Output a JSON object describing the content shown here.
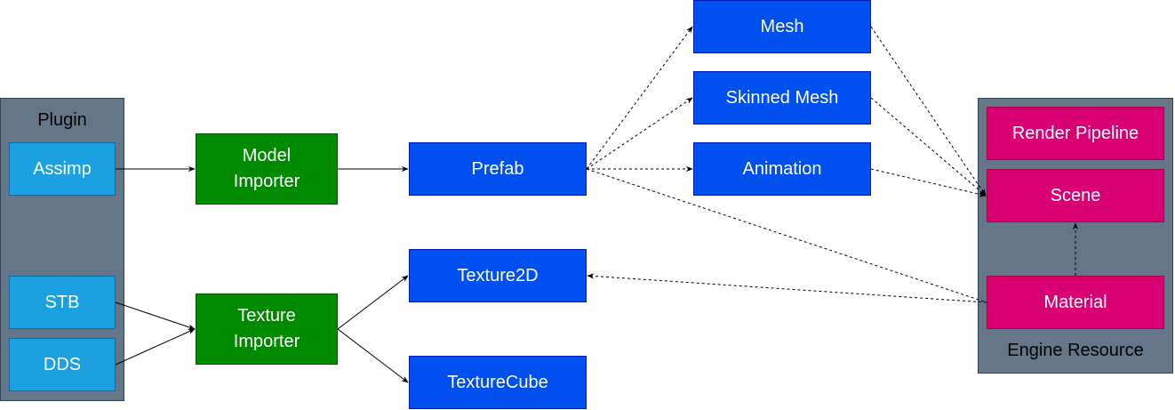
{
  "groups": {
    "plugin": {
      "label": "Plugin"
    },
    "engine": {
      "label": "Engine Resource"
    }
  },
  "nodes": {
    "assimp": "Assimp",
    "stb": "STB",
    "dds": "DDS",
    "model_importer": "Model\nImporter",
    "texture_importer": "Texture\nImporter",
    "prefab": "Prefab",
    "texture2d": "Texture2D",
    "texturecube": "TextureCube",
    "mesh": "Mesh",
    "skinned_mesh": "Skinned Mesh",
    "animation": "Animation",
    "render_pipeline": "Render Pipeline",
    "scene": "Scene",
    "material": "Material"
  },
  "colors": {
    "plugin_group": "#647687",
    "plugin_node": "#1ba1e2",
    "importer_node": "#008a00",
    "asset_node": "#0050ef",
    "engine_node": "#d80073"
  }
}
